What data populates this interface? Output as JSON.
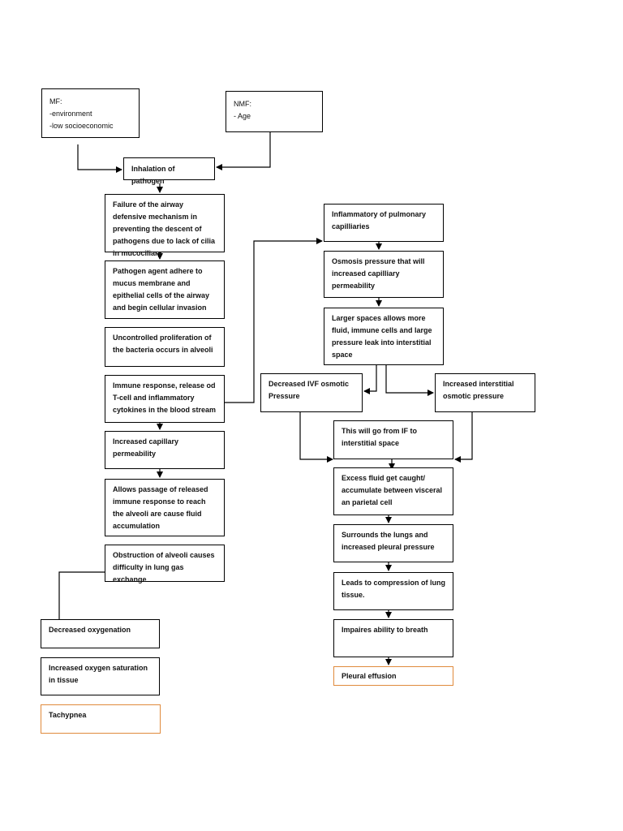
{
  "colors": {
    "box_border": "#000000",
    "terminal_border": "#e08a3c",
    "line": "#000000"
  },
  "boxes": [
    {
      "id": "mf",
      "text": "MF:\n-environment\n-low socioeconomic"
    },
    {
      "id": "nmf",
      "text": "NMF:\n- Age"
    },
    {
      "id": "inhalation",
      "text": "Inhalation of pathogen"
    },
    {
      "id": "failure",
      "text": "Failure of the airway defensive mechanism in preventing the descent of pathogens due to lack of cilia in mucociliary"
    },
    {
      "id": "adhere",
      "text": "Pathogen agent adhere to mucus membrane and epithelial cells of the airway and begin cellular invasion"
    },
    {
      "id": "proliferation",
      "text": "Uncontrolled proliferation of the bacteria occurs in alveoli"
    },
    {
      "id": "immune",
      "text": "Immune response, release od T-cell and inflammatory cytokines in the blood stream"
    },
    {
      "id": "cap_perm",
      "text": "Increased capillary permeability"
    },
    {
      "id": "passage",
      "text": "Allows passage of released immune response to reach the alveoli are cause fluid accumulation"
    },
    {
      "id": "obstruction",
      "text": "Obstruction of alveoli causes difficulty in lung gas exchange"
    },
    {
      "id": "decreased_oxy",
      "text": "Decreased oxygenation"
    },
    {
      "id": "increased_oxy",
      "text": "Increased oxygen saturation in tissue"
    },
    {
      "id": "tachypnea",
      "text": "Tachypnea"
    },
    {
      "id": "inflammatory",
      "text": "Inflammatory of pulmonary capilliaries"
    },
    {
      "id": "osmosis",
      "text": "Osmosis pressure that will increased capilliary permeability"
    },
    {
      "id": "larger",
      "text": "Larger spaces allows more fluid, immune cells and large pressure leak into interstitial space"
    },
    {
      "id": "decreased_ivf",
      "text": "Decreased IVF osmotic Pressure"
    },
    {
      "id": "increased_interstitial",
      "text": "Increased interstitial osmotic pressure"
    },
    {
      "id": "if_to",
      "text": "This will go from IF to interstitial space"
    },
    {
      "id": "excess",
      "text": "Excess fluid get caught/ accumulate between visceral an parietal cell"
    },
    {
      "id": "surrounds",
      "text": "Surrounds the lungs and increased pleural pressure"
    },
    {
      "id": "compression",
      "text": "Leads to compression of lung tissue."
    },
    {
      "id": "impaires",
      "text": "Impaires ability to breath"
    },
    {
      "id": "pleural",
      "text": "Pleural effusion"
    }
  ]
}
